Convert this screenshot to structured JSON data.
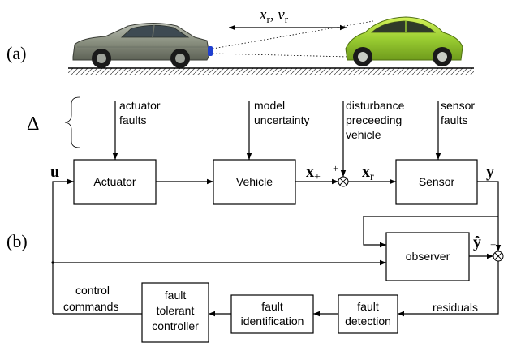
{
  "panel_a": {
    "label": "(a)",
    "distance_x": "x",
    "distance_x_sub": "r",
    "separator": ", ",
    "distance_v": "v",
    "distance_v_sub": "r"
  },
  "panel_b": {
    "label": "(b)",
    "delta": "Δ",
    "inputs": {
      "actuator_faults": [
        "actuator",
        "faults"
      ],
      "model_uncertainty": [
        "model",
        "uncertainty"
      ],
      "disturbance": [
        "disturbance",
        "preceeding",
        "vehicle"
      ],
      "sensor_faults": [
        "sensor",
        "faults"
      ]
    },
    "blocks": {
      "actuator": "Actuator",
      "vehicle": "Vehicle",
      "sensor": "Sensor",
      "observer": "observer",
      "fault_detection": [
        "fault",
        "detection"
      ],
      "fault_identification": [
        "fault",
        "identification"
      ],
      "fault_tolerant_controller": [
        "fault",
        "tolerant",
        "controller"
      ]
    },
    "signals": {
      "u": "u",
      "x_plus": "x",
      "x_plus_sign": "+",
      "sum1_plus": "+",
      "xr": "x",
      "xr_sub": "r",
      "y": "y",
      "yhat": "ŷ",
      "sum2_minus": "−",
      "sum2_plus": "+",
      "residuals": "residuals",
      "control_commands": [
        "control",
        "commands"
      ]
    }
  },
  "colors": {
    "silver_car": "#8a9080",
    "green_car": "#9acd32",
    "sensor_beam": "#1f3fd0"
  }
}
